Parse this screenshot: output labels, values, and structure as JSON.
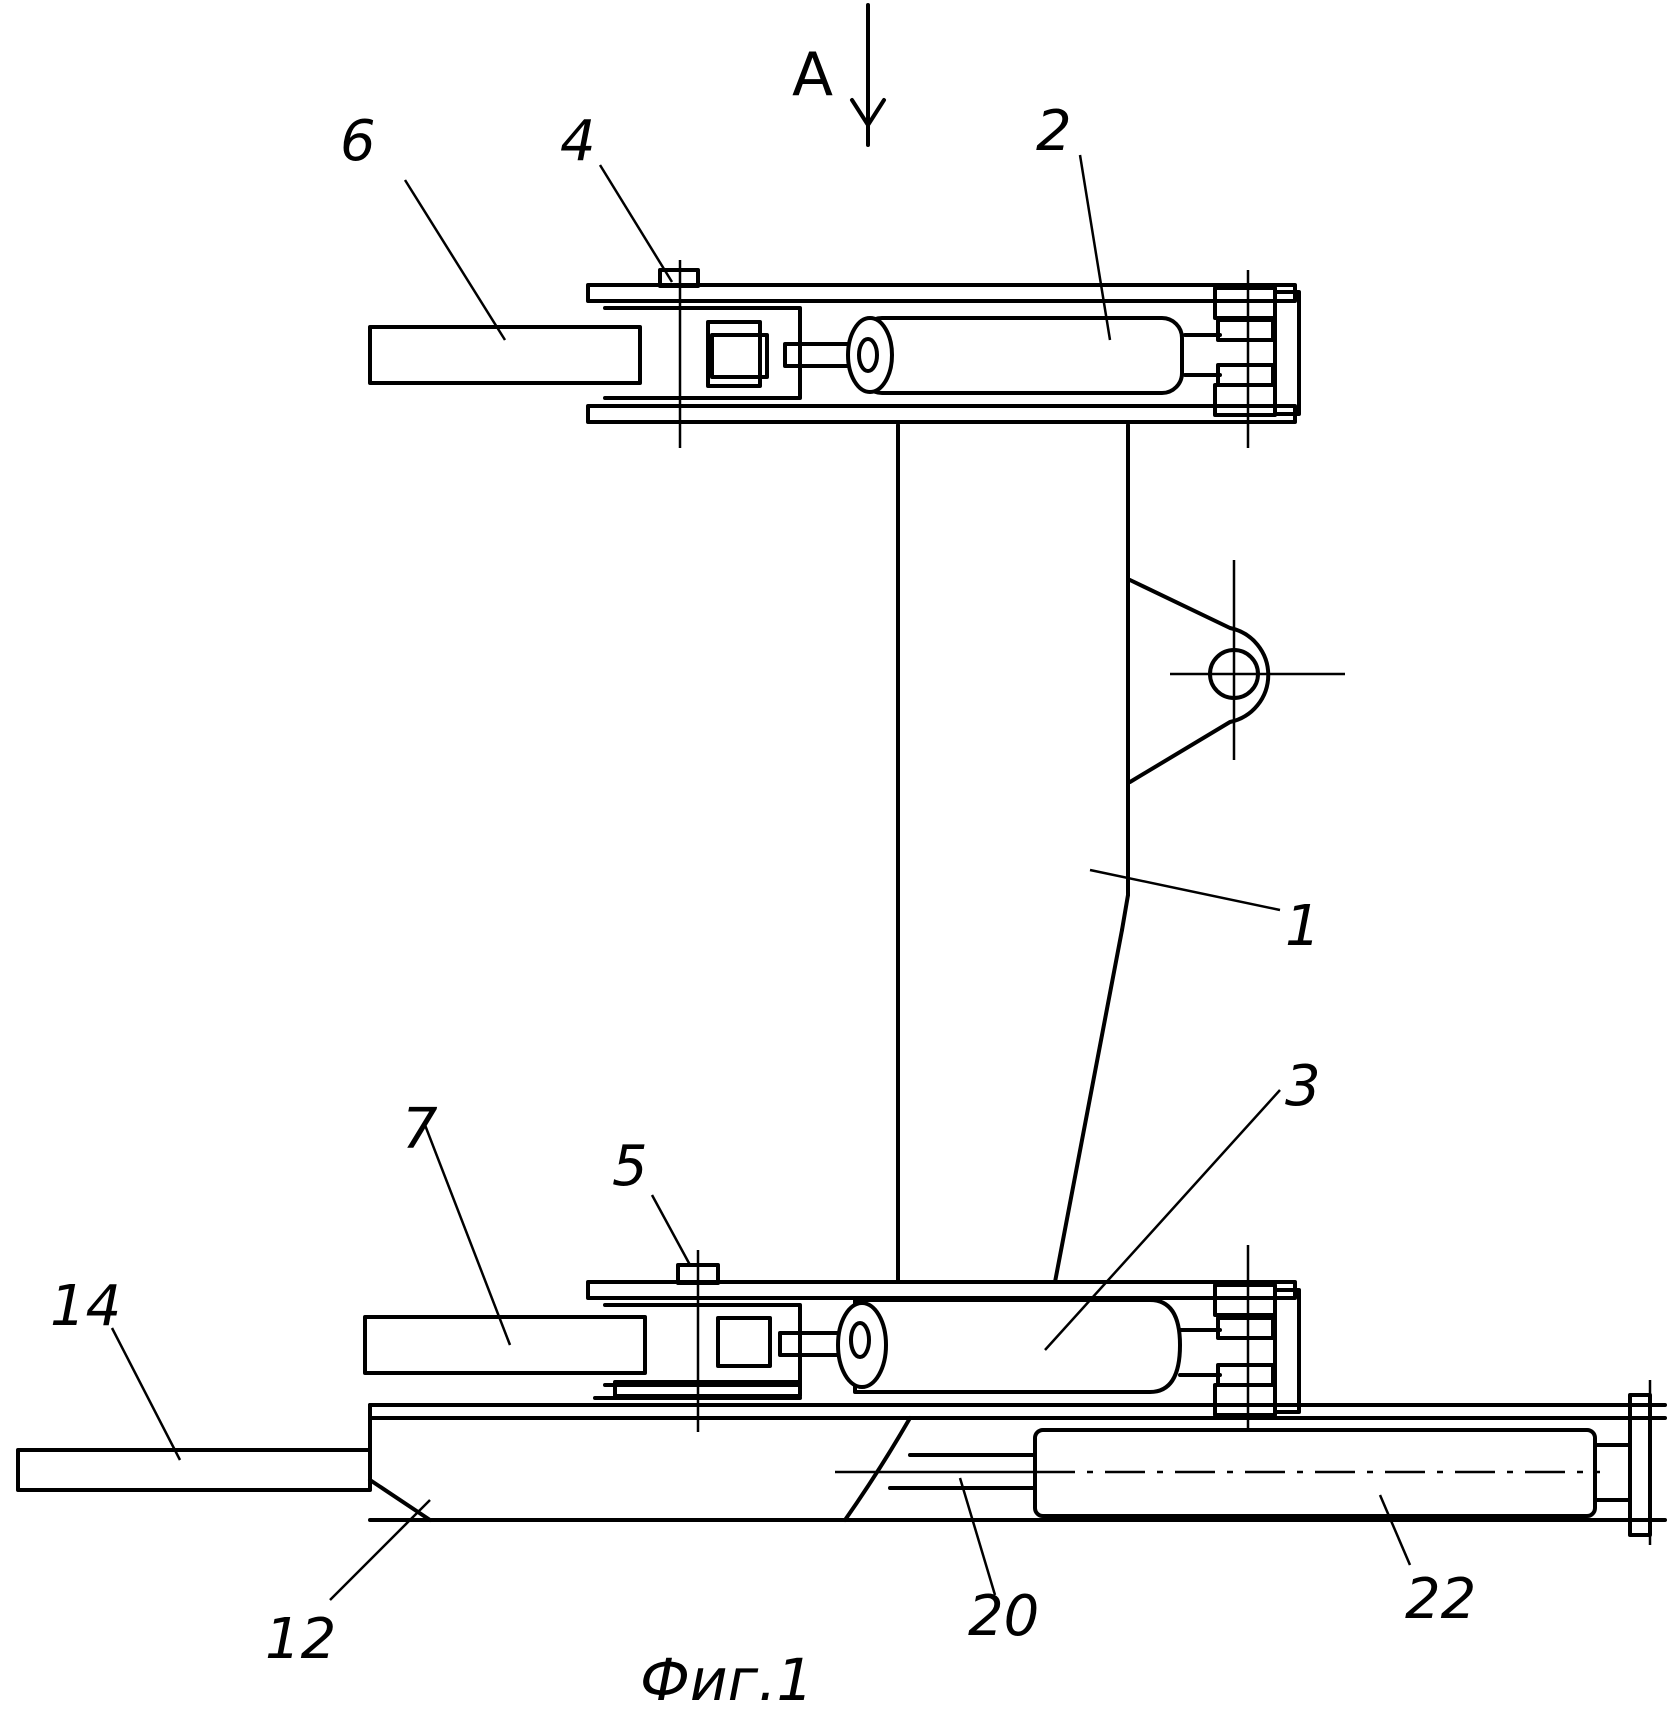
{
  "view_marker": "A",
  "labels": {
    "l1": "1",
    "l2": "2",
    "l3": "3",
    "l4": "4",
    "l5": "5",
    "l6": "6",
    "l7": "7",
    "l12": "12",
    "l14": "14",
    "l20": "20",
    "l22": "22"
  },
  "caption": "Фиг.1"
}
